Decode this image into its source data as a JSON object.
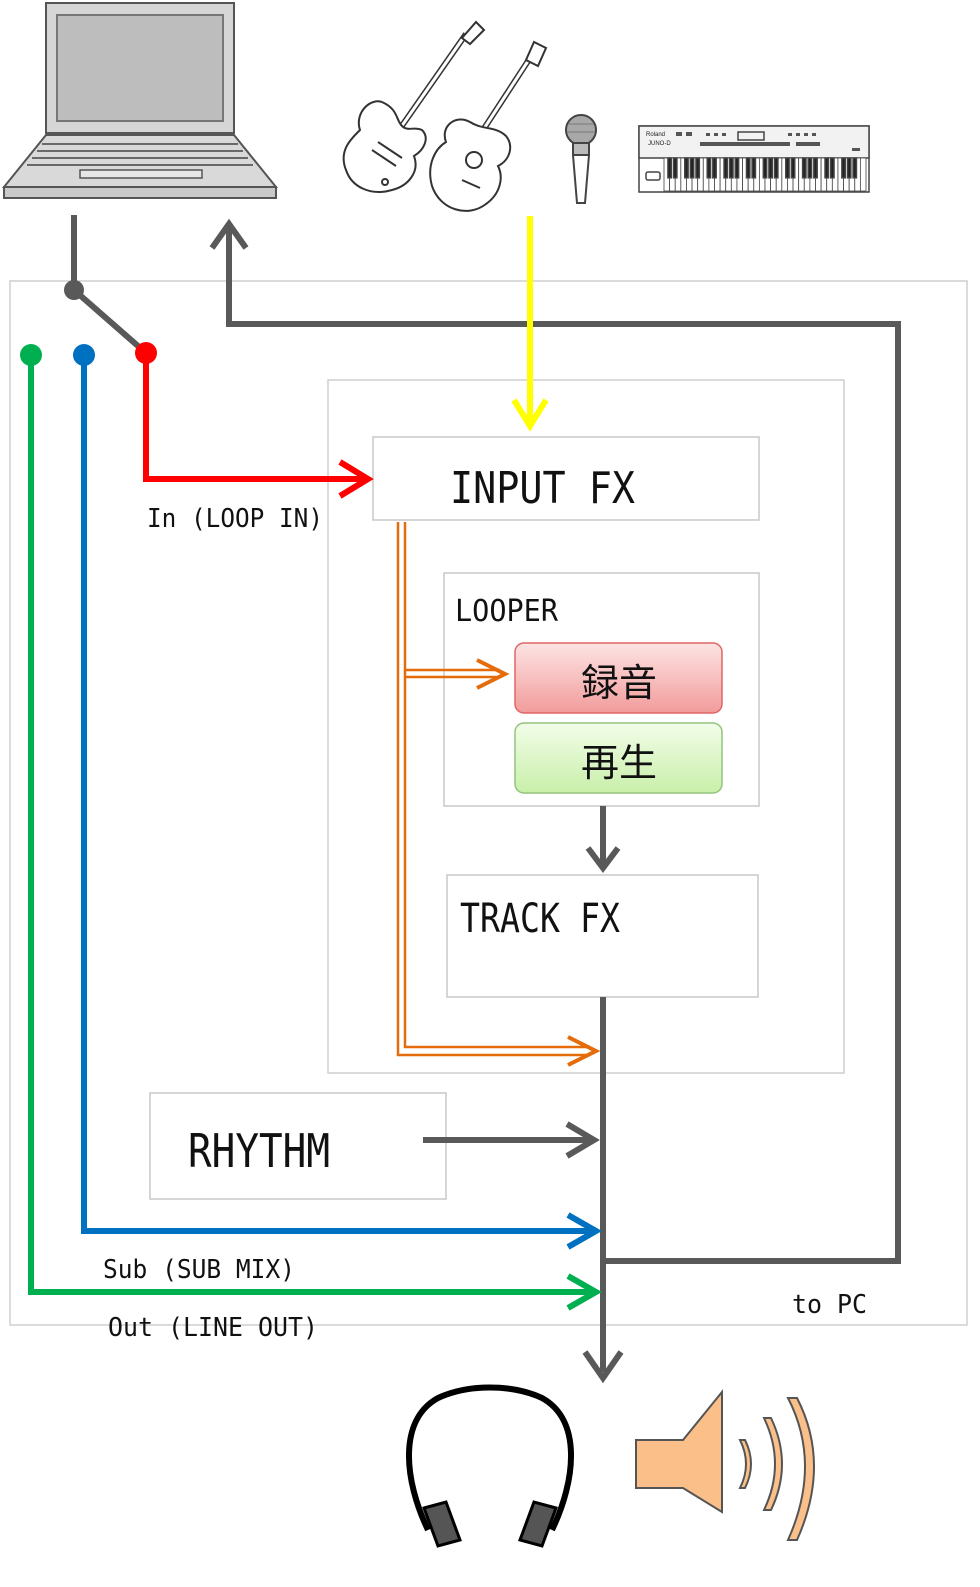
{
  "blocks": {
    "input_fx": "INPUT FX",
    "looper": "LOOPER",
    "record": "録音",
    "play": "再生",
    "track_fx": "TRACK FX",
    "rhythm": "RHYTHM"
  },
  "labels": {
    "loop_in": "In (LOOP IN)",
    "sub_mix": "Sub (SUB MIX)",
    "line_out": "Out (LINE OUT)",
    "to_pc": "to PC"
  },
  "keyboard": {
    "brand": "Roland",
    "model": "JUNO-D"
  },
  "colors": {
    "main_line": "#595959",
    "loop_in": "#ff0000",
    "sub_mix": "#0070c0",
    "line_out": "#00b050",
    "instrument_in": "#ffff00",
    "looper_path": "#e46c0a",
    "record_fill": "#f4a6a6",
    "play_fill": "#ccf0b0",
    "speaker": "#fbc08a"
  },
  "icons": {
    "laptop": "laptop-icon",
    "electric_guitar": "electric-guitar-icon",
    "acoustic_guitar": "acoustic-guitar-icon",
    "microphone": "microphone-icon",
    "keyboard": "keyboard-icon",
    "headphones": "headphones-icon",
    "speaker": "speaker-icon"
  }
}
